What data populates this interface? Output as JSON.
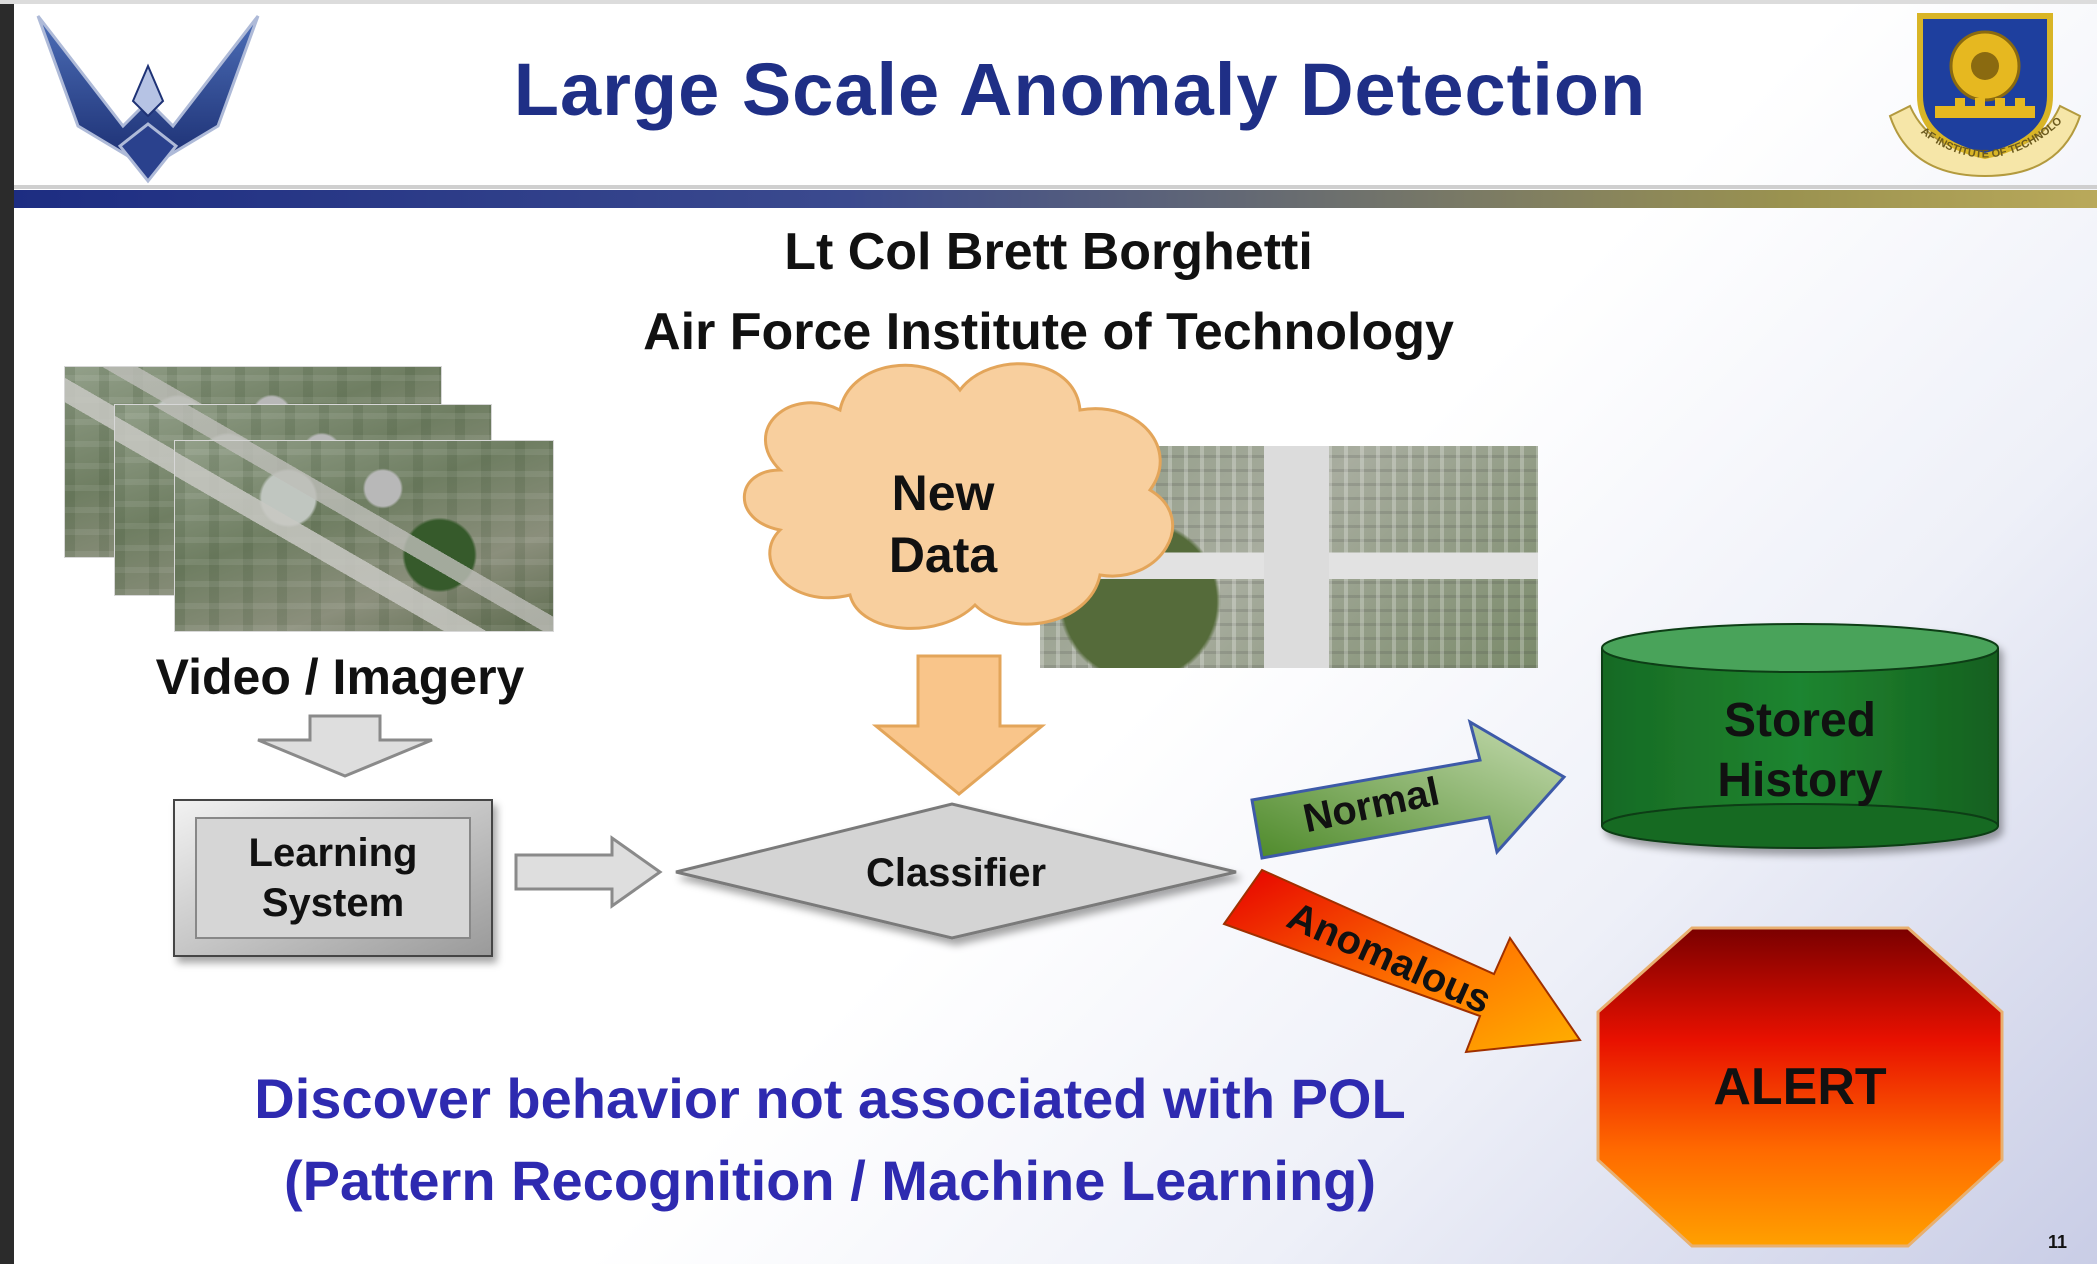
{
  "slide": {
    "title": "Large Scale Anomaly Detection",
    "author": "Lt Col Brett Borghetti",
    "institution": "Air Force Institute of Technology",
    "page_number": "11"
  },
  "seal_text": "AF INSTITUTE OF TECHNOLOGY",
  "diagram": {
    "video_label": "Video / Imagery",
    "learning_system": [
      "Learning",
      "System"
    ],
    "new_data": [
      "New",
      "Data"
    ],
    "classifier": "Classifier",
    "normal": "Normal",
    "anomalous": "Anomalous",
    "stored_history": [
      "Stored",
      "History"
    ],
    "alert": "ALERT"
  },
  "bottom_text": {
    "line1": "Discover behavior not associated with POL",
    "line2": "(Pattern Recognition / Machine Learning)"
  },
  "colors": {
    "title": "#1f2f86",
    "bottom_text": "#2e2ab0",
    "cloud_fill": "#f8cf9e",
    "arrow_orange": "#f9c58a",
    "cylinder": "#1e7d2e",
    "normal_arrow": "#78aa4a",
    "alert_top": "#7a0000",
    "alert_bottom": "#ff8a00"
  }
}
